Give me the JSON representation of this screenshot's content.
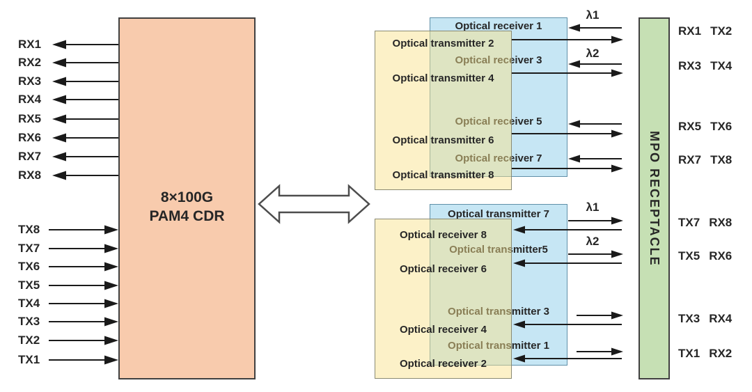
{
  "diagram": {
    "title_block": {
      "line1": "8×100G",
      "line2": "PAM4 CDR"
    },
    "left": {
      "rx": [
        "RX1",
        "RX2",
        "RX3",
        "RX4",
        "RX5",
        "RX6",
        "RX7",
        "RX8"
      ],
      "tx": [
        "TX8",
        "TX7",
        "TX6",
        "TX5",
        "TX4",
        "TX3",
        "TX2",
        "TX1"
      ]
    },
    "top_group": {
      "receivers": [
        "Optical receiver 1",
        "Optical receiver 3",
        "Optical receiver 5",
        "Optical receiver 7"
      ],
      "transmitters": [
        "Optical transmitter 2",
        "Optical transmitter 4",
        "Optical transmitter 6",
        "Optical transmitter 8"
      ],
      "lambda1": "λ1",
      "lambda2": "λ2"
    },
    "bottom_group": {
      "transmitters": [
        "Optical transmitter 7",
        "Optical transmitter5",
        "Optical transmitter 3",
        "Optical transmitter 1"
      ],
      "receivers": [
        "Optical receiver 8",
        "Optical receiver 6",
        "Optical receiver 4",
        "Optical receiver 2"
      ],
      "lambda1": "λ1",
      "lambda2": "λ2"
    },
    "mpo": {
      "label": "MPO RECEPTACLE",
      "ports": [
        {
          "l": "RX1",
          "r": "TX2"
        },
        {
          "l": "RX3",
          "r": "TX4"
        },
        {
          "l": "RX5",
          "r": "TX6"
        },
        {
          "l": "RX7",
          "r": "TX8"
        },
        {
          "l": "TX7",
          "r": "RX8"
        },
        {
          "l": "TX5",
          "r": "RX6"
        },
        {
          "l": "TX3",
          "r": "RX4"
        },
        {
          "l": "TX1",
          "r": "RX2"
        }
      ]
    },
    "colors": {
      "cdr_fill": "#F8CBAD",
      "receiver_blue": "#C6E6F4",
      "transmitter_yellow": "#FCF1C8",
      "overlap_khaki": "#DEE3BC",
      "mpo_green": "#C6E0B4",
      "text": "#262626",
      "arrow": "#1a1a1a"
    }
  }
}
